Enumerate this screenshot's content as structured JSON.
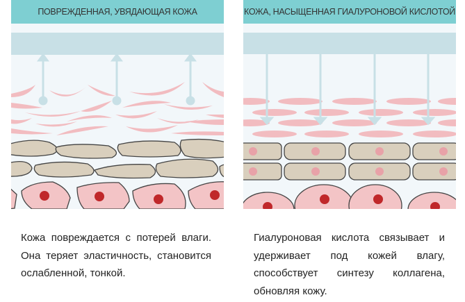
{
  "left": {
    "title": "ПОВРЕЖДЕННАЯ, УВЯДАЮЩАЯ КОЖА",
    "caption": "Кожа повреждается с потерей влаги. Она теряет эластичность, становится ослабленной, тонкой."
  },
  "right": {
    "title": "КОЖА, НАСЫЩЕННАЯ ГИАЛУРОНОВОЙ КИСЛОТОЙ",
    "caption": "Гиалуроновая кислота связывает и удерживает под кожей влагу, способствует синтезу коллагена, обновляя кожу."
  },
  "colors": {
    "header": "#7ecfd2",
    "moisture_band": "#c8e0e6",
    "collagen": "#f2bcc0",
    "cell_beige": "#d9cfbd",
    "cell_pink": "#f3c4c6",
    "nucleus": "#c0282a"
  }
}
